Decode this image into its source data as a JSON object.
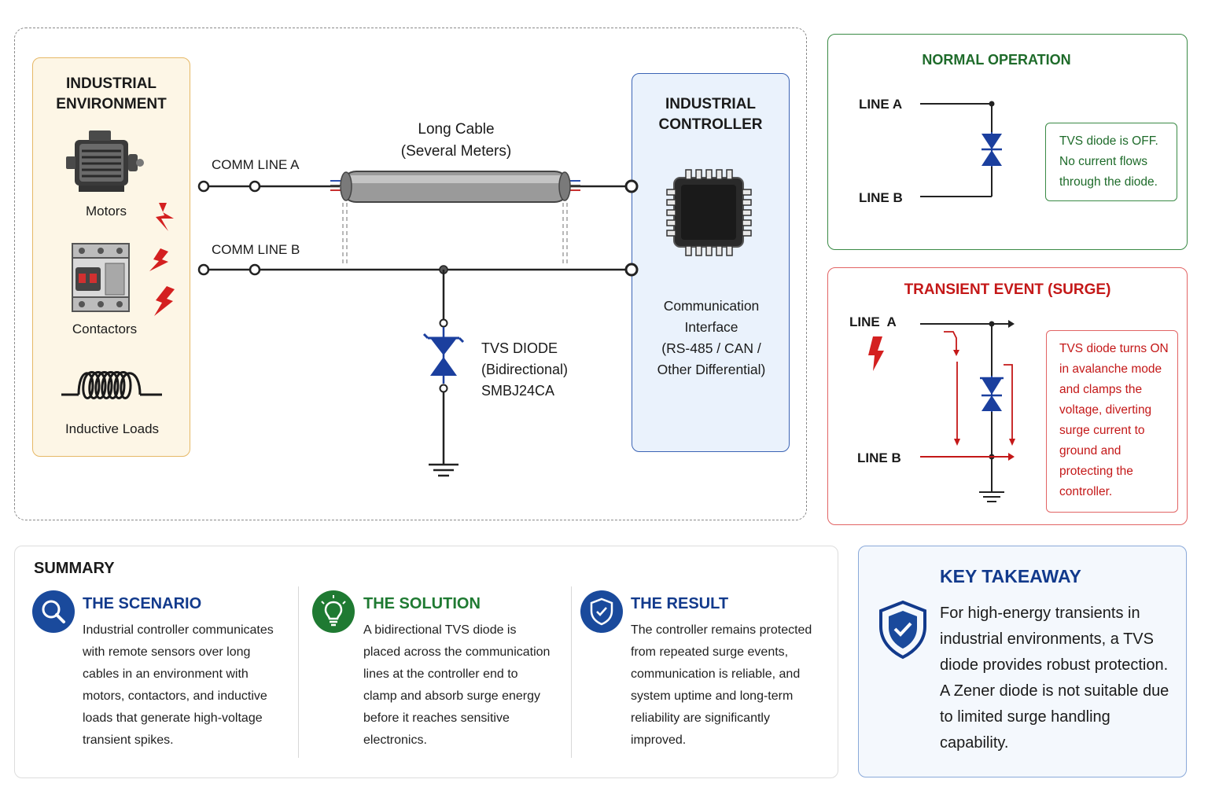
{
  "main_diagram": {
    "industrial_environment": {
      "title_line1": "INDUSTRIAL",
      "title_line2": "ENVIRONMENT",
      "motors": "Motors",
      "contactors": "Contactors",
      "inductive_loads": "Inductive Loads"
    },
    "cable": {
      "line1": "Long Cable",
      "line2": "(Several Meters)"
    },
    "comm_line_a": "COMM LINE A",
    "comm_line_b": "COMM LINE B",
    "tvs": {
      "line1": "TVS DIODE",
      "line2": "(Bidirectional)",
      "line3": "SMBJ24CA"
    },
    "controller": {
      "title_line1": "INDUSTRIAL",
      "title_line2": "CONTROLLER",
      "iface_line1": "Communication",
      "iface_line2": "Interface",
      "iface_line3": "(RS-485 / CAN /",
      "iface_line4": "Other Differential)"
    }
  },
  "normal_operation": {
    "title": "NORMAL OPERATION",
    "line_a": "LINE A",
    "line_b": "LINE B",
    "note_line1": "TVS diode is OFF.",
    "note_line2": "No current flows",
    "note_line3": "through the diode."
  },
  "transient_event": {
    "title": "TRANSIENT EVENT (SURGE)",
    "line_a": "LINE  A",
    "line_b": "LINE B",
    "note_lines": [
      "TVS diode turns ON",
      "in avalanche mode",
      "and clamps the",
      "voltage, diverting",
      "surge current to",
      "ground and",
      "protecting the",
      "controller."
    ]
  },
  "summary": {
    "title": "SUMMARY",
    "scenario": {
      "title": "THE SCENARIO",
      "lines": [
        "Industrial controller communicates",
        "with remote sensors over long",
        "cables in an environment with",
        "motors, contactors, and inductive",
        "loads that generate high-voltage",
        "transient spikes."
      ]
    },
    "solution": {
      "title": "THE SOLUTION",
      "lines": [
        "A bidirectional TVS diode is",
        "placed across the communication",
        "lines at the controller end to",
        "clamp and absorb surge energy",
        "before it reaches sensitive",
        "electronics."
      ]
    },
    "result": {
      "title": "THE RESULT",
      "lines": [
        "The controller remains protected",
        "from repeated surge events,",
        "communication is reliable, and",
        "system uptime and long-term",
        "reliability are significantly",
        "improved."
      ]
    }
  },
  "key_takeaway": {
    "title": "KEY TAKEAWAY",
    "lines": [
      "For high-energy transients in",
      "industrial environments, a TVS",
      "diode provides robust protection.",
      "A Zener diode is not suitable due",
      "to limited surge handling",
      "capability."
    ]
  },
  "colors": {
    "env_fill": "#fdf6e6",
    "env_border": "#e6b866",
    "ctrl_fill": "#eaf2fc",
    "ctrl_border": "#3b64b5",
    "normal_border": "#3a8a45",
    "normal_text": "#1e6b2a",
    "surge_border": "#e26464",
    "surge_text": "#c41818",
    "diode_blue": "#1b3f9e",
    "icon_blue": "#1a4a9c",
    "icon_green": "#1f7a32",
    "title_blue": "#123a8c",
    "line_dark": "#222222"
  }
}
